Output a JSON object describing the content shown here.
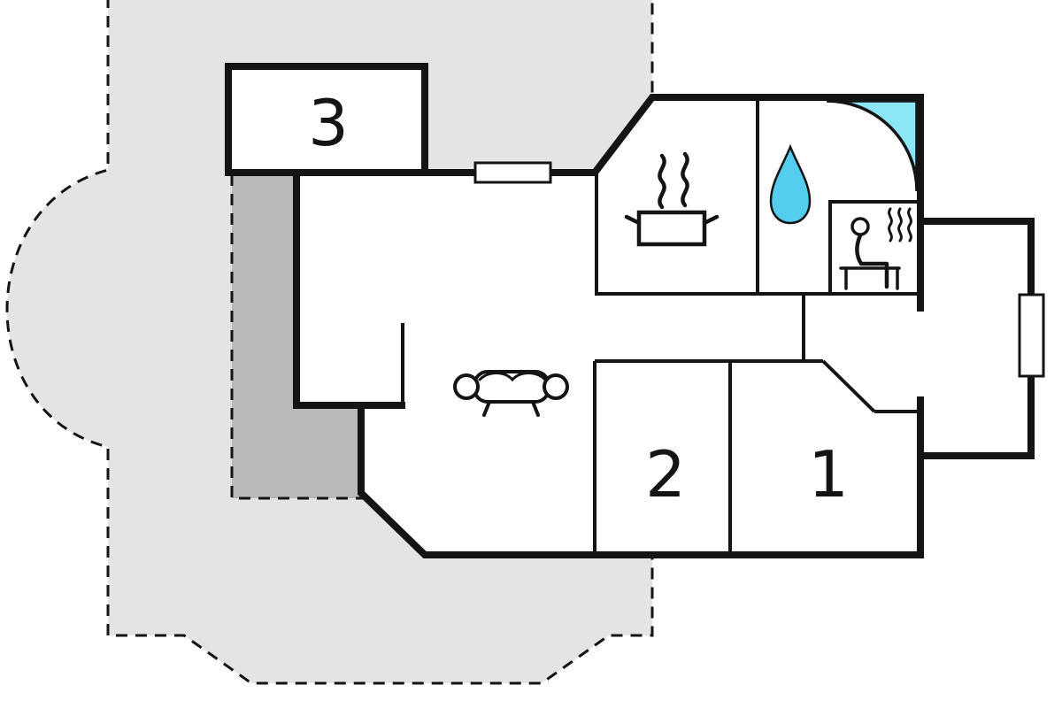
{
  "plan": {
    "type": "floor-plan",
    "rooms": [
      {
        "id": "room-3",
        "label": "3"
      },
      {
        "id": "room-2",
        "label": "2"
      },
      {
        "id": "room-1",
        "label": "1"
      }
    ],
    "features": [
      "terrace-dashed-outline",
      "dark-patio",
      "kitchen-stove-pot",
      "water-drop",
      "corner-bath",
      "sauna-bench-person",
      "sofa",
      "window-top",
      "window-right"
    ],
    "colors": {
      "background": "#ffffff",
      "terrace": "#e4e4e4",
      "patio": "#b9b9b9",
      "wall": "#141414",
      "bath": "#8ce6f6",
      "drop": "#55cdee",
      "label": "#141414"
    }
  }
}
